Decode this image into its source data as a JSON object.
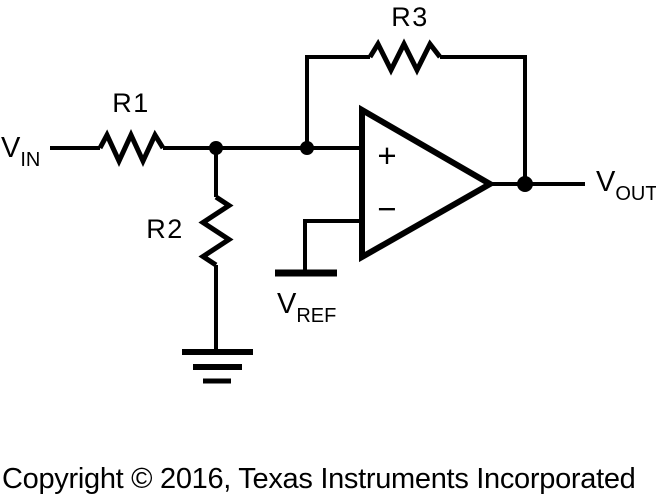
{
  "figure": {
    "type": "op-amp schematic",
    "components": {
      "r1": "R1",
      "r2": "R2",
      "r3": "R3"
    },
    "ports": {
      "vin": {
        "main": "V",
        "sub": "IN"
      },
      "vout": {
        "main": "V",
        "sub": "OUT"
      },
      "vref": {
        "main": "V",
        "sub": "REF"
      }
    },
    "opamp": {
      "plus": "+",
      "minus": "−"
    },
    "colors": {
      "ink": "#000000",
      "background": "#ffffff"
    }
  },
  "footer": {
    "copyright": "Copyright © 2016, Texas Instruments Incorporated"
  }
}
